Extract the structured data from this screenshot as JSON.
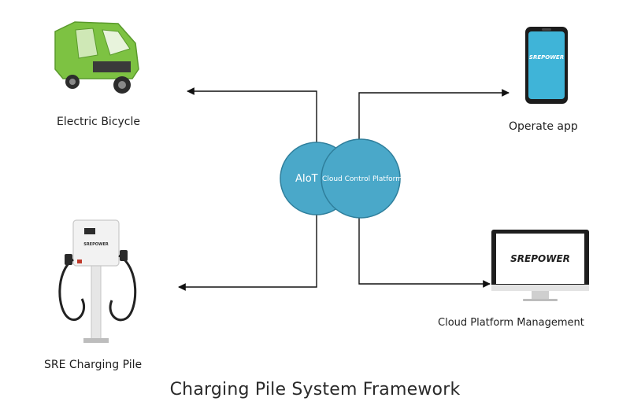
{
  "title": "Charging Pile System Framework",
  "nodes": {
    "aiot": "AIoT",
    "cloud": "Cloud Control Platform",
    "bicycle": "Electric Bicycle",
    "app": "Operate app",
    "pile": "SRE Charging Pile",
    "management": "Cloud Platform Management"
  },
  "brand": "SREPOWER",
  "colors": {
    "circle": "#4aa8c9",
    "circle_stroke": "#2f7f9c",
    "line": "#111111",
    "bike_green": "#7dc242",
    "screen_blue": "#3fb4d8"
  }
}
